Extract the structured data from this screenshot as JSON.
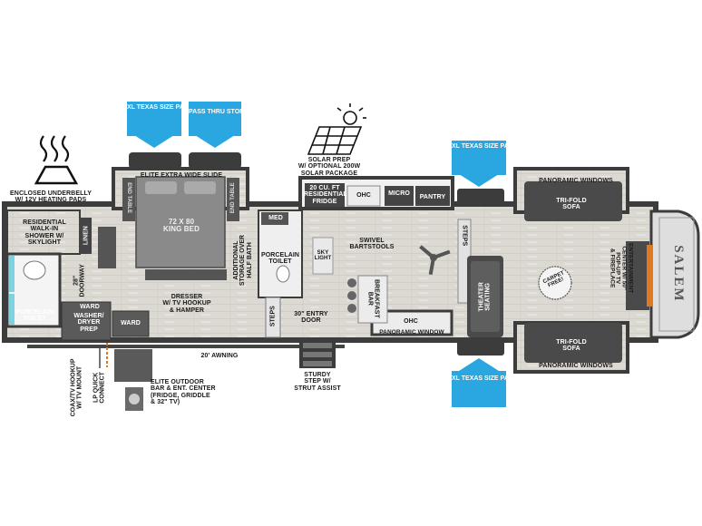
{
  "callouts": {
    "xl_storage_top_left": "XL TEXAS SIZE\nPASS THRU\nSTORAGE",
    "pass_thru_top": "PASS THRU\nSTORAGE",
    "xl_storage_top_right": "XL TEXAS SIZE\nPASS THRU\nSTORAGE",
    "xl_storage_bottom": "XL TEXAS SIZE\nPASS THRU\nSTORAGE"
  },
  "labels": {
    "underbelly": "ENCLOSED UNDERBELLY\nW/ 12V HEATING PADS",
    "solar": "SOLAR PREP\nW/ OPTIONAL 200W\nSOLAR PACKAGE",
    "shower": "RESIDENTIAL\nWALK-IN\nSHOWER W/\nSKYLIGHT",
    "linen": "LINEN",
    "porcelain_toilet_rear": "PORCELAIN\nTOILET",
    "doorway": "28\"\nDOORWAY",
    "ward_top": "WARD",
    "washer_dryer": "WASHER/\nDRYER\nPREP",
    "ward_bottom": "WARD",
    "elite_slide": "ELITE EXTRA WIDE SLIDE",
    "end_table_left": "END TABLE",
    "end_table_right": "END TABLE",
    "bed": "72 X 80\nKING BED",
    "storage_over_bath": "ADDITIONAL\nSTORAGE OVER\nHALF BATH",
    "dresser": "DRESSER\nW/ TV HOOKUP\n& HAMPER",
    "med": "MED",
    "porcelain_toilet_mid": "PORCELAIN\nTOILET",
    "steps_mid": "STEPS",
    "entry_door": "30\" ENTRY\nDOOR",
    "fridge": "20 CU. FT\nRESIDENTIAL\nFRIDGE",
    "ohc_top": "OHC",
    "micro": "MICRO",
    "pantry": "PANTRY",
    "sky_light": "SKY\nLIGHT",
    "swivel": "SWIVEL\nBARTSTOOLS",
    "breakfast_bar": "BREAKFAST\nBAR",
    "ohc_bottom": "OHC",
    "panoramic_window_bottom_mid": "PANORAMIC WINDOW",
    "steps_front": "STEPS",
    "theater_seating": "THEATER\nSEATING",
    "carpet_free": "CARPET\nFREE!",
    "panoramic_windows_top": "PANORAMIC WINDOWS",
    "trifold_top": "TRI-FOLD\nSOFA",
    "trifold_bottom": "TRI-FOLD\nSOFA",
    "panoramic_windows_bottom": "PANORAMIC WINDOWS",
    "entertainment": "ENTERTAINMENT\nCENTER W/ 50\"\nPOP-UP TV\n& FIREPLACE",
    "salem": "SALEM",
    "awning": "20' AWNING",
    "outdoor_bar": "ELITE OUTDOOR\nBAR & ENT. CENTER\n(FRIDGE, GRIDDLE\n& 32\" TV)",
    "sturdy_step": "STURDY\nSTEP W/\nSTRUT ASSIST",
    "coax": "COAX/TV HOOKUP\nW/ TV MOUNT",
    "lp_quick": "LP QUICK\nCONNECT"
  },
  "colors": {
    "callout": "#2aa6e0",
    "wall": "#3c3c3c",
    "floor": "#d8d4cf",
    "furniture": "#5a5a5a"
  }
}
